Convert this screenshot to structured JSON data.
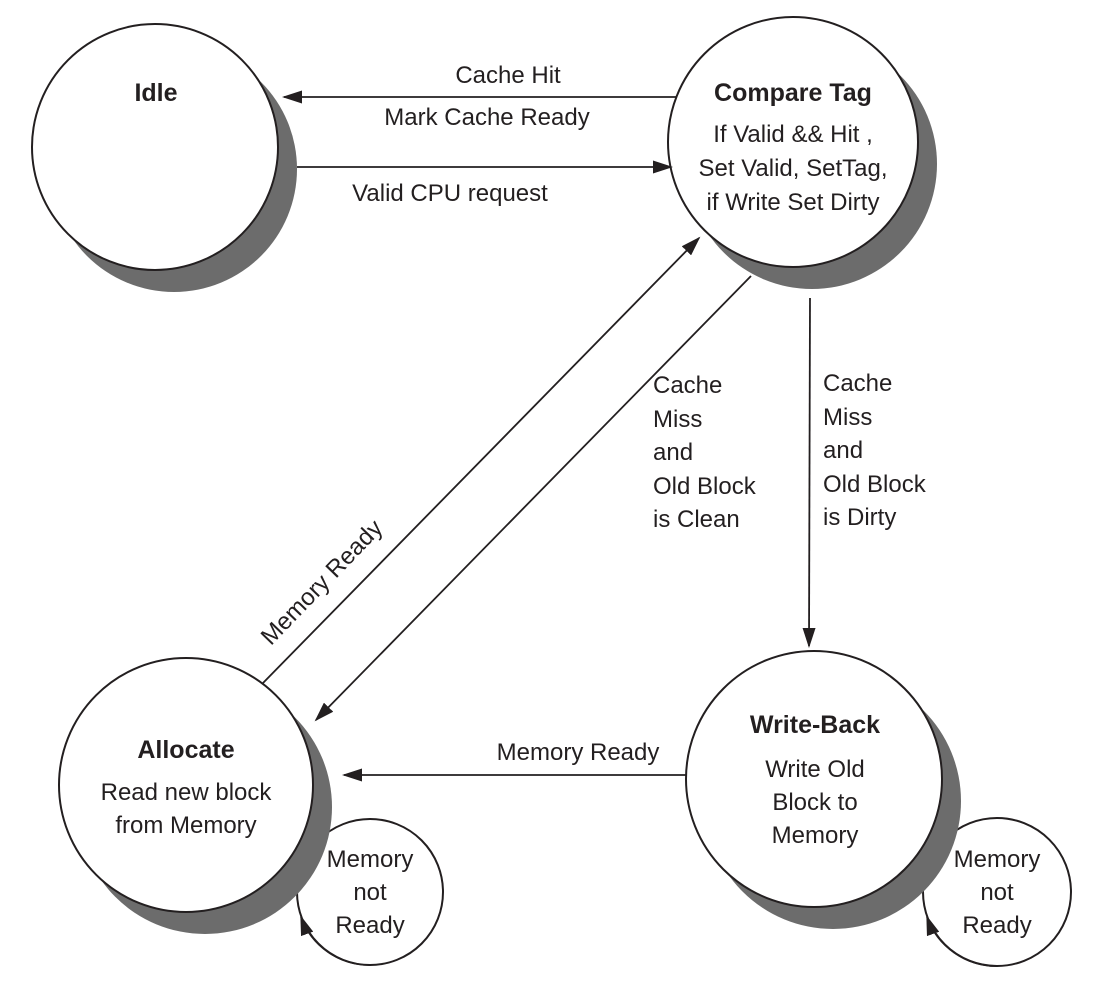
{
  "colors": {
    "background": "#ffffff",
    "ink": "#231f20",
    "state_shadow": "#6c6c6c",
    "state_fill": "#ffffff"
  },
  "states": {
    "idle": {
      "title": "Idle"
    },
    "compare_tag": {
      "title": "Compare Tag",
      "lines": [
        "If Valid && Hit ,",
        "Set Valid, SetTag,",
        "if Write Set Dirty"
      ]
    },
    "allocate": {
      "title": "Allocate",
      "lines": [
        "Read new block",
        "from Memory"
      ]
    },
    "write_back": {
      "title": "Write-Back",
      "lines": [
        "Write Old",
        "Block to",
        "Memory"
      ]
    }
  },
  "transitions": {
    "compare_tag_to_idle": {
      "line_above": "Cache Hit",
      "line_below": "Mark Cache Ready"
    },
    "idle_to_compare_tag": {
      "label": "Valid CPU request"
    },
    "compare_tag_to_write_back": {
      "lines": [
        "Cache",
        "Miss",
        "and",
        "Old Block",
        "is Dirty"
      ]
    },
    "compare_tag_to_allocate": {
      "lines": [
        "Cache",
        "Miss",
        "and",
        "Old Block",
        "is Clean"
      ]
    },
    "allocate_to_compare_tag": {
      "label": "Memory Ready"
    },
    "write_back_to_allocate": {
      "label": "Memory Ready"
    },
    "allocate_self_loop": {
      "lines": [
        "Memory",
        "not",
        "Ready"
      ]
    },
    "write_back_self_loop": {
      "lines": [
        "Memory",
        "not",
        "Ready"
      ]
    }
  }
}
